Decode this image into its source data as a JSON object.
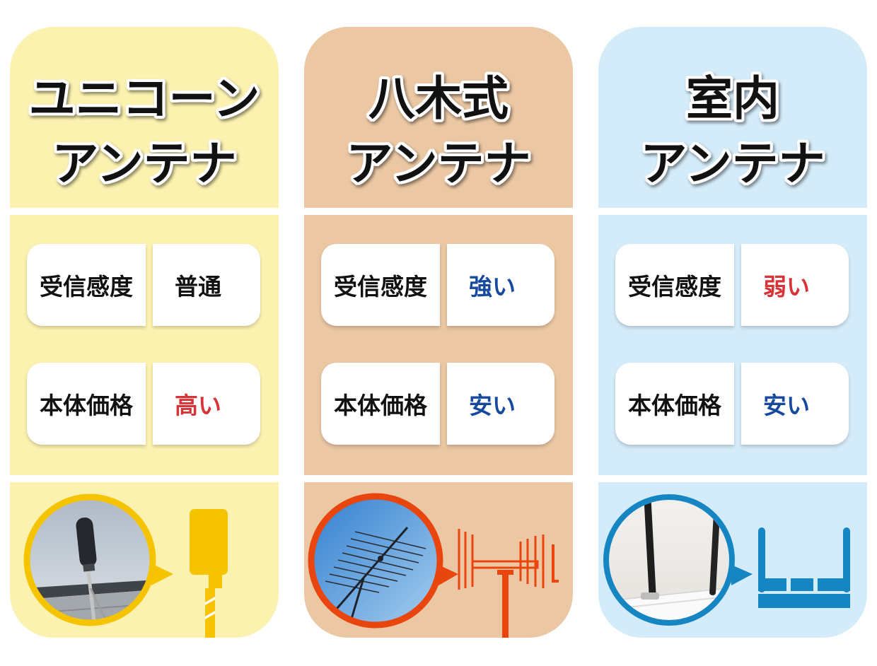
{
  "columns": [
    {
      "title_lines": [
        "ユニコーン",
        "アンテナ"
      ],
      "bg": "#FCF2B0",
      "accent": "#F5C300",
      "specs": [
        {
          "label": "受信感度",
          "value": "普通",
          "value_color": "#111111"
        },
        {
          "label": "本体価格",
          "value": "高い",
          "value_color": "#D7343A"
        }
      ],
      "photo_icon": "unicorn-antenna-photo",
      "icon": "unicorn-antenna-icon"
    },
    {
      "title_lines": [
        "八木式",
        "アンテナ"
      ],
      "bg": "#EBC7A3",
      "accent": "#E8460E",
      "specs": [
        {
          "label": "受信感度",
          "value": "強い",
          "value_color": "#174A9C"
        },
        {
          "label": "本体価格",
          "value": "安い",
          "value_color": "#174A9C"
        }
      ],
      "photo_icon": "yagi-antenna-photo",
      "icon": "yagi-antenna-icon"
    },
    {
      "title_lines": [
        "室内",
        "アンテナ"
      ],
      "bg": "#D4ECFA",
      "accent": "#1686C3",
      "specs": [
        {
          "label": "受信感度",
          "value": "弱い",
          "value_color": "#D7343A"
        },
        {
          "label": "本体価格",
          "value": "安い",
          "value_color": "#174A9C"
        }
      ],
      "photo_icon": "indoor-antenna-photo",
      "icon": "indoor-antenna-icon"
    }
  ]
}
